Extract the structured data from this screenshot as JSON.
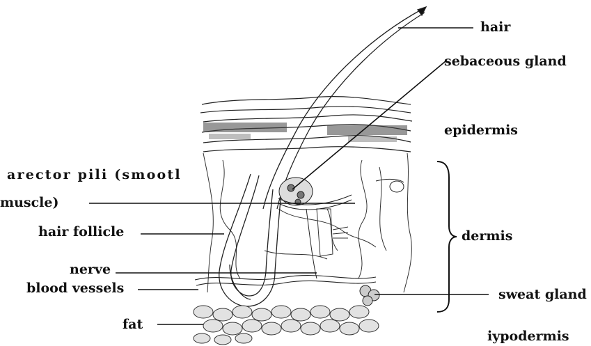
{
  "labels": {
    "hair": "hair",
    "sebaceous_gland": "sebaceous gland",
    "epidermis": "epidermis",
    "arector_line1": "arector pili (smootl",
    "arector_line2": "muscle)",
    "hair_follicle": "hair follicle",
    "dermis": "dermis",
    "nerve": "nerve",
    "blood_vessels": "blood vessels",
    "sweat_gland": "sweat gland",
    "fat": "fat",
    "hypodermis": "iypodermis"
  }
}
